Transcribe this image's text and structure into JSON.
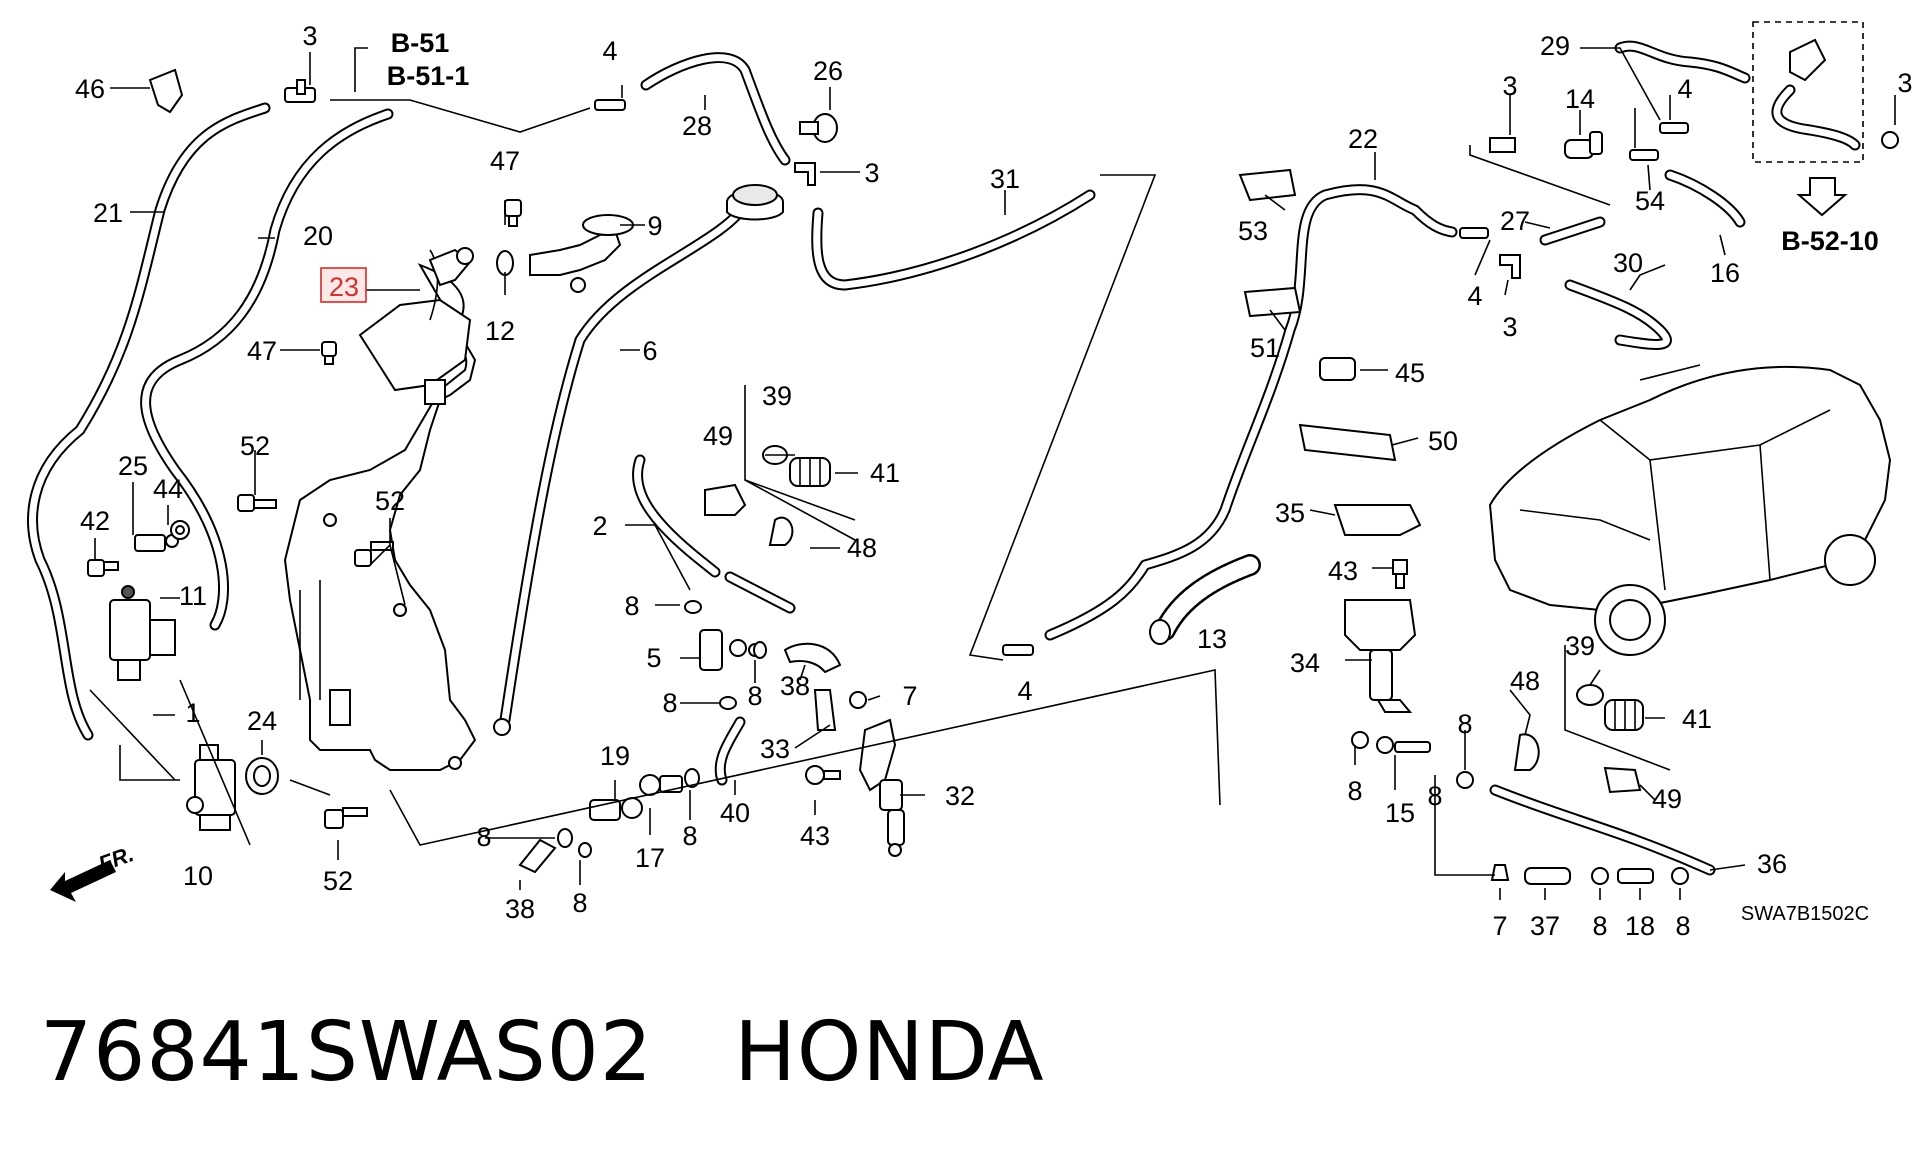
{
  "diagram": {
    "highlighted_part": "23",
    "highlight_color": "#d62b2b",
    "references": [
      "B-51",
      "B-51-1",
      "B-52-10"
    ],
    "diagram_code": "SWA7B1502C",
    "front_marker": "FR.",
    "parts": {
      "p1": "1",
      "p2": "2",
      "p3a": "3",
      "p3b": "3",
      "p3c": "3",
      "p3d": "3",
      "p3e": "3",
      "p4a": "4",
      "p4b": "4",
      "p4c": "4",
      "p4d": "4",
      "p5": "5",
      "p6": "6",
      "p7a": "7",
      "p7b": "7",
      "p8a": "8",
      "p8b": "8",
      "p8c": "8",
      "p8d": "8",
      "p8e": "8",
      "p8f": "8",
      "p8g": "8",
      "p8h": "8",
      "p8i": "8",
      "p8j": "8",
      "p8k": "8",
      "p9": "9",
      "p10": "10",
      "p11": "11",
      "p12": "12",
      "p13": "13",
      "p14": "14",
      "p15": "15",
      "p16": "16",
      "p17": "17",
      "p18": "18",
      "p19": "19",
      "p20": "20",
      "p21": "21",
      "p22": "22",
      "p23": "23",
      "p24": "24",
      "p25": "25",
      "p26": "26",
      "p27": "27",
      "p28": "28",
      "p29": "29",
      "p30": "30",
      "p31": "31",
      "p32": "32",
      "p33": "33",
      "p34": "34",
      "p35": "35",
      "p36": "36",
      "p37": "37",
      "p38a": "38",
      "p38b": "38",
      "p39a": "39",
      "p39b": "39",
      "p40": "40",
      "p41a": "41",
      "p41b": "41",
      "p42": "42",
      "p43a": "43",
      "p43b": "43",
      "p44": "44",
      "p45": "45",
      "p46": "46",
      "p47a": "47",
      "p47b": "47",
      "p48a": "48",
      "p48b": "48",
      "p49a": "49",
      "p49b": "49",
      "p50": "50",
      "p51": "51",
      "p52a": "52",
      "p52b": "52",
      "p52c": "52",
      "p53": "53",
      "p54": "54"
    }
  },
  "footer": {
    "part_number": "76841SWAS02",
    "brand": "HONDA"
  }
}
